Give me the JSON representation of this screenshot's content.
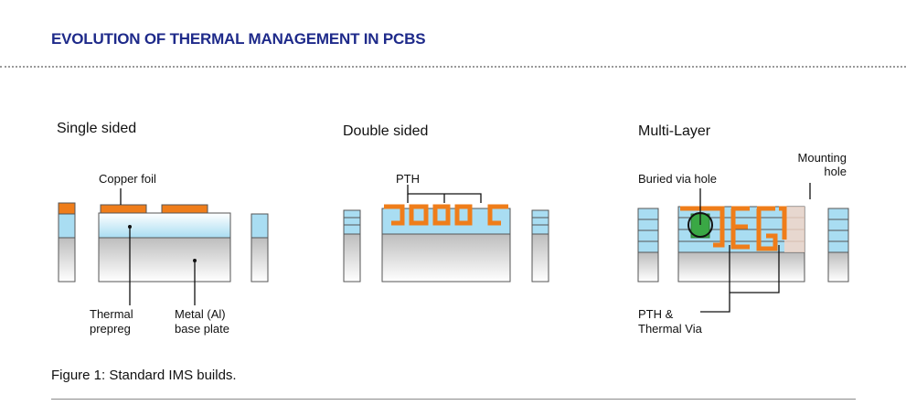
{
  "header": {
    "title": "EVOLUTION OF THERMAL MANAGEMENT IN PCBS"
  },
  "panels": {
    "single": {
      "title": "Single sided",
      "copper": "Copper foil",
      "prepreg_1": "Thermal",
      "prepreg_2": "prepreg",
      "metal_1": "Metal (Al)",
      "metal_2": "base plate"
    },
    "double": {
      "title": "Double sided",
      "pth": "PTH"
    },
    "multi": {
      "title": "Multi-Layer",
      "mounting_1": "Mounting",
      "mounting_2": "hole",
      "buried": "Buried via hole",
      "pth_1": "PTH &",
      "pth_2": "Thermal Via"
    }
  },
  "caption": "Figure 1: Standard IMS builds.",
  "colors": {
    "title": "#1e2a8a",
    "copper": "#ef7d1a",
    "prepreg": "#a9ddf2",
    "buried_via": "#3aa845"
  }
}
